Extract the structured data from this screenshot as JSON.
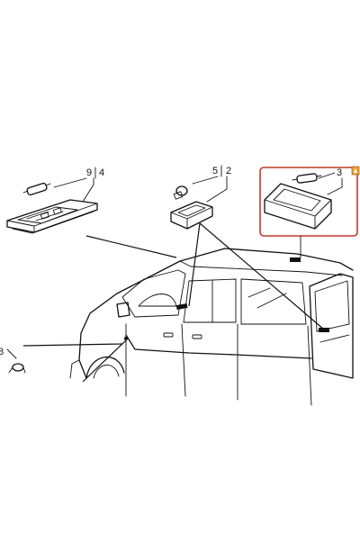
{
  "callouts": {
    "part_9": "9",
    "part_4": "4",
    "part_5": "5",
    "part_2": "2",
    "part_3": "3",
    "part_8": "8"
  },
  "colors": {
    "highlight_box": "#c0392b",
    "line": "#111111",
    "badge": "#e8a33a"
  }
}
